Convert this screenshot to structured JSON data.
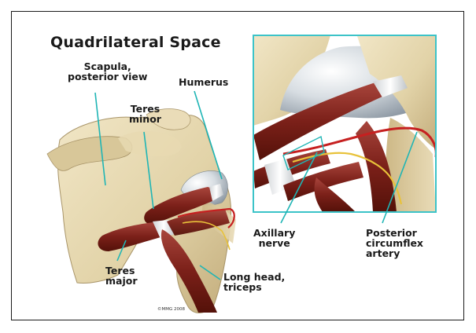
{
  "title": "Quadrilateral Space",
  "labels": {
    "scapula_line1": "Scapula,",
    "scapula_line2": "posterior view",
    "humerus": "Humerus",
    "teres_minor_line1": "Teres",
    "teres_minor_line2": "minor",
    "teres_major_line1": "Teres",
    "teres_major_line2": "major",
    "long_head_line1": "Long head,",
    "long_head_line2": "triceps",
    "axillary_line1": "Axillary",
    "axillary_line2": "nerve",
    "posterior_line1": "Posterior",
    "posterior_line2": "circumflex",
    "posterior_line3": "artery"
  },
  "copyright": "©MMG 2008",
  "colors": {
    "callout_line": "#1fb5b5",
    "inset_border": "#3cc3c8",
    "bone": "#e2d4ac",
    "muscle": "#7a1e1e",
    "artery": "#c62020",
    "nerve": "#e8c23a"
  }
}
